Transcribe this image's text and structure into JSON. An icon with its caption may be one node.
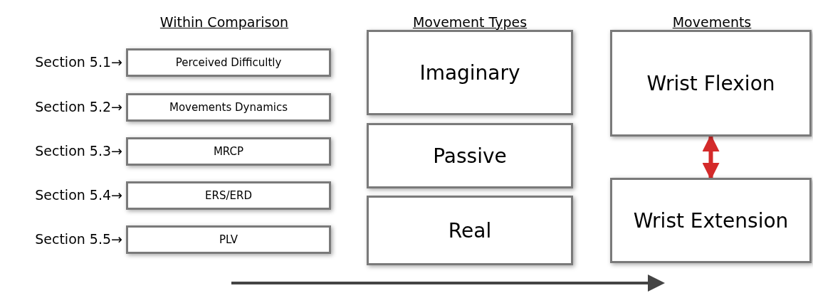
{
  "diagram": {
    "nodes": [
      {
        "text": [
          "Perceived Difficultly"
        ],
        "beside": [
          "Section 5.1→"
        ]
      },
      {
        "text": [
          "Movements Dynamics"
        ],
        "beside": [
          "Section 5.2→"
        ]
      },
      {
        "text": [
          "MRCP"
        ],
        "beside": [
          "Section 5.3→"
        ]
      },
      {
        "text": [
          "ERS/ERD"
        ],
        "beside": [
          "Section 5.4→"
        ]
      },
      {
        "text": [
          "PLV"
        ],
        "beside": [
          "Section 5.5→"
        ]
      },
      {
        "text": [
          "Imaginary"
        ]
      },
      {
        "text": [
          "Passive"
        ]
      },
      {
        "text": [
          "Real"
        ]
      },
      {
        "text": [
          "Wrist Flexion"
        ]
      },
      {
        "text": [
          "Wrist Extension"
        ]
      }
    ],
    "edges": [
      {
        "from": 8,
        "to": 9,
        "arrow": "both",
        "color": "#d42a2a"
      }
    ],
    "labels": [
      "Within Comparison",
      "Movement Types",
      "Movements"
    ]
  }
}
